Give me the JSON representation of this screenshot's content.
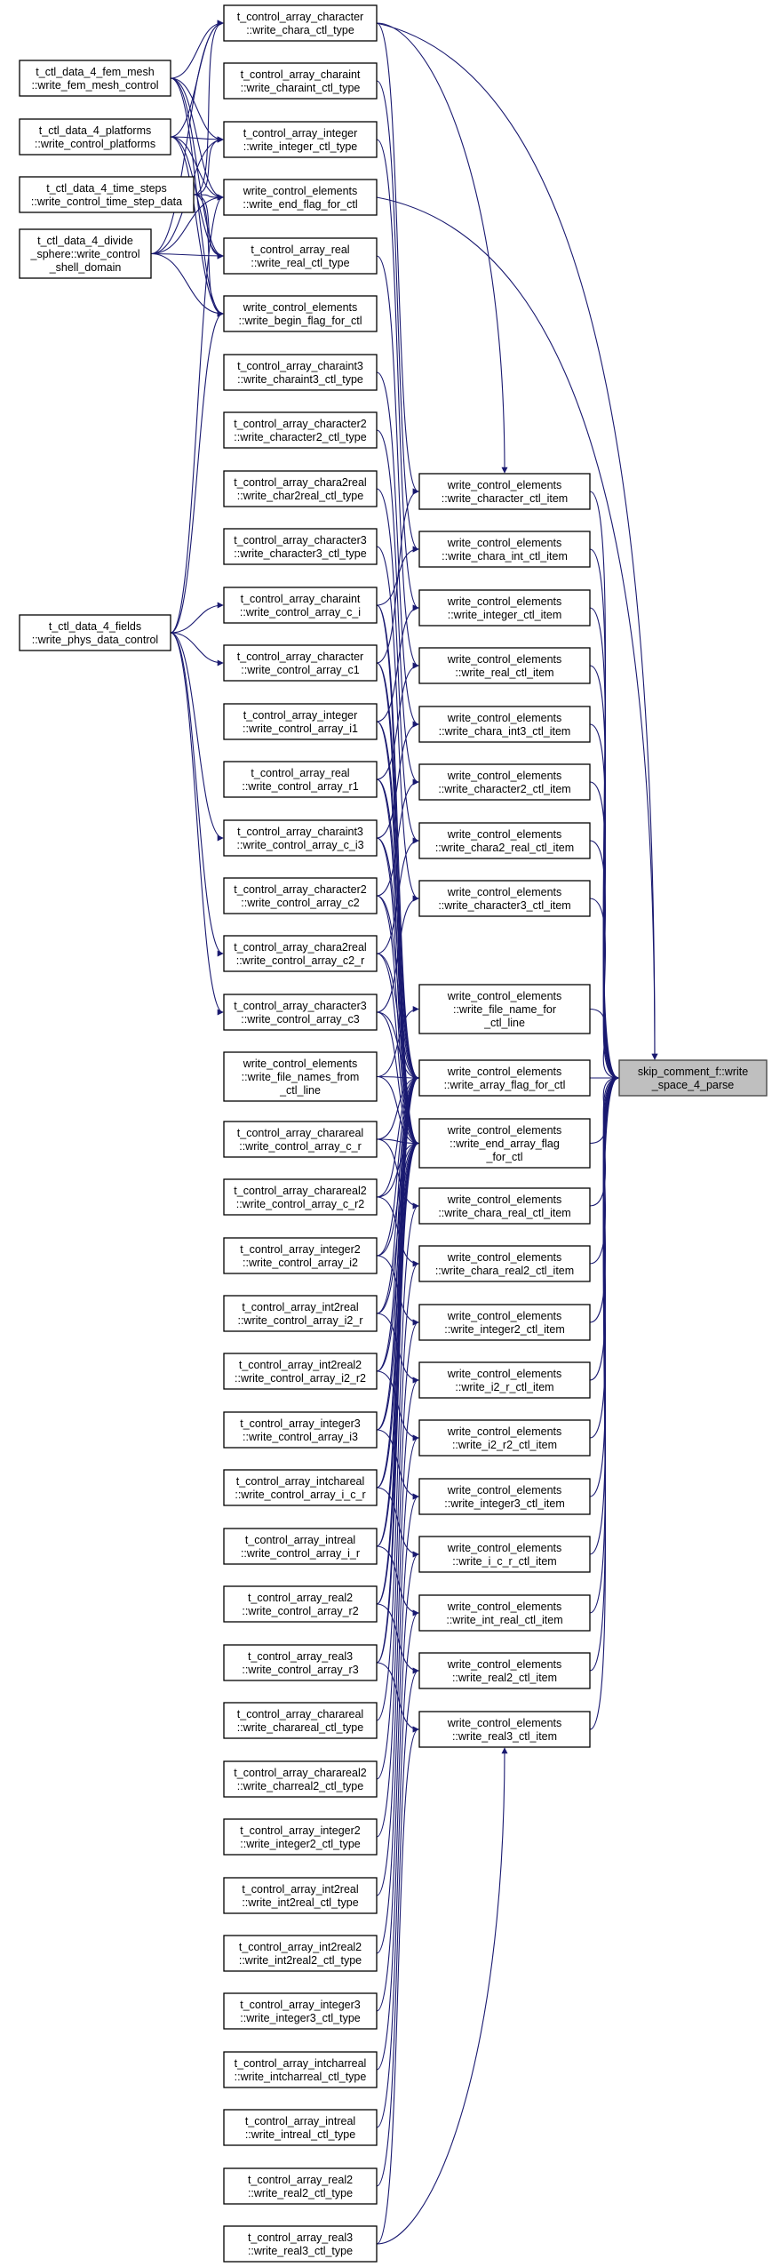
{
  "root": {
    "id": "root",
    "lines": [
      "skip_comment_f::write",
      "_space_4_parse"
    ]
  },
  "mids": [
    {
      "id": "m_char",
      "lines": [
        "write_control_elements",
        "::write_character_ctl_item"
      ]
    },
    {
      "id": "m_chint",
      "lines": [
        "write_control_elements",
        "::write_chara_int_ctl_item"
      ]
    },
    {
      "id": "m_int",
      "lines": [
        "write_control_elements",
        "::write_integer_ctl_item"
      ]
    },
    {
      "id": "m_real",
      "lines": [
        "write_control_elements",
        "::write_real_ctl_item"
      ]
    },
    {
      "id": "m_chint3",
      "lines": [
        "write_control_elements",
        "::write_chara_int3_ctl_item"
      ]
    },
    {
      "id": "m_char2",
      "lines": [
        "write_control_elements",
        "::write_character2_ctl_item"
      ]
    },
    {
      "id": "m_ch2real",
      "lines": [
        "write_control_elements",
        "::write_chara2_real_ctl_item"
      ]
    },
    {
      "id": "m_char3",
      "lines": [
        "write_control_elements",
        "::write_character3_ctl_item"
      ]
    },
    {
      "id": "m_fname",
      "lines": [
        "write_control_elements",
        "::write_file_name_for",
        "_ctl_line"
      ]
    },
    {
      "id": "m_aflag",
      "lines": [
        "write_control_elements",
        "::write_array_flag_for_ctl"
      ]
    },
    {
      "id": "m_endarr",
      "lines": [
        "write_control_elements",
        "::write_end_array_flag",
        "_for_ctl"
      ]
    },
    {
      "id": "m_chreal",
      "lines": [
        "write_control_elements",
        "::write_chara_real_ctl_item"
      ]
    },
    {
      "id": "m_chreal2",
      "lines": [
        "write_control_elements",
        "::write_chara_real2_ctl_item"
      ]
    },
    {
      "id": "m_int2",
      "lines": [
        "write_control_elements",
        "::write_integer2_ctl_item"
      ]
    },
    {
      "id": "m_i2r",
      "lines": [
        "write_control_elements",
        "::write_i2_r_ctl_item"
      ]
    },
    {
      "id": "m_i2r2",
      "lines": [
        "write_control_elements",
        "::write_i2_r2_ctl_item"
      ]
    },
    {
      "id": "m_int3",
      "lines": [
        "write_control_elements",
        "::write_integer3_ctl_item"
      ]
    },
    {
      "id": "m_icr",
      "lines": [
        "write_control_elements",
        "::write_i_c_r_ctl_item"
      ]
    },
    {
      "id": "m_intreal",
      "lines": [
        "write_control_elements",
        "::write_int_real_ctl_item"
      ]
    },
    {
      "id": "m_real2",
      "lines": [
        "write_control_elements",
        "::write_real2_ctl_item"
      ]
    },
    {
      "id": "m_real3",
      "lines": [
        "write_control_elements",
        "::write_real3_ctl_item"
      ]
    }
  ],
  "col1": [
    {
      "id": "c_chtype",
      "lines": [
        "t_control_array_character",
        "::write_chara_ctl_type"
      ]
    },
    {
      "id": "c_chinttype",
      "lines": [
        "t_control_array_charaint",
        "::write_charaint_ctl_type"
      ]
    },
    {
      "id": "c_inttype",
      "lines": [
        "t_control_array_integer",
        "::write_integer_ctl_type"
      ]
    },
    {
      "id": "c_endflag",
      "lines": [
        "write_control_elements",
        "::write_end_flag_for_ctl"
      ]
    },
    {
      "id": "c_realtype",
      "lines": [
        "t_control_array_real",
        "::write_real_ctl_type"
      ]
    },
    {
      "id": "c_beginflag",
      "lines": [
        "write_control_elements",
        "::write_begin_flag_for_ctl"
      ]
    },
    {
      "id": "c_chint3type",
      "lines": [
        "t_control_array_charaint3",
        "::write_charaint3_ctl_type"
      ]
    },
    {
      "id": "c_char2type",
      "lines": [
        "t_control_array_character2",
        "::write_character2_ctl_type"
      ]
    },
    {
      "id": "c_ch2realtype",
      "lines": [
        "t_control_array_chara2real",
        "::write_char2real_ctl_type"
      ]
    },
    {
      "id": "c_char3type",
      "lines": [
        "t_control_array_character3",
        "::write_character3_ctl_type"
      ]
    },
    {
      "id": "c_arr_ci",
      "lines": [
        "t_control_array_charaint",
        "::write_control_array_c_i"
      ]
    },
    {
      "id": "c_arr_c1",
      "lines": [
        "t_control_array_character",
        "::write_control_array_c1"
      ]
    },
    {
      "id": "c_arr_i1",
      "lines": [
        "t_control_array_integer",
        "::write_control_array_i1"
      ]
    },
    {
      "id": "c_arr_r1",
      "lines": [
        "t_control_array_real",
        "::write_control_array_r1"
      ]
    },
    {
      "id": "c_arr_ci3",
      "lines": [
        "t_control_array_charaint3",
        "::write_control_array_c_i3"
      ]
    },
    {
      "id": "c_arr_c2",
      "lines": [
        "t_control_array_character2",
        "::write_control_array_c2"
      ]
    },
    {
      "id": "c_arr_c2r",
      "lines": [
        "t_control_array_chara2real",
        "::write_control_array_c2_r"
      ]
    },
    {
      "id": "c_arr_c3",
      "lines": [
        "t_control_array_character3",
        "::write_control_array_c3"
      ]
    },
    {
      "id": "c_fnames",
      "lines": [
        "write_control_elements",
        "::write_file_names_from",
        "_ctl_line"
      ]
    },
    {
      "id": "c_arr_cr",
      "lines": [
        "t_control_array_charareal",
        "::write_control_array_c_r"
      ]
    },
    {
      "id": "c_arr_cr2",
      "lines": [
        "t_control_array_charareal2",
        "::write_control_array_c_r2"
      ]
    },
    {
      "id": "c_arr_i2",
      "lines": [
        "t_control_array_integer2",
        "::write_control_array_i2"
      ]
    },
    {
      "id": "c_arr_i2r",
      "lines": [
        "t_control_array_int2real",
        "::write_control_array_i2_r"
      ]
    },
    {
      "id": "c_arr_i2r2",
      "lines": [
        "t_control_array_int2real2",
        "::write_control_array_i2_r2"
      ]
    },
    {
      "id": "c_arr_i3",
      "lines": [
        "t_control_array_integer3",
        "::write_control_array_i3"
      ]
    },
    {
      "id": "c_arr_icr",
      "lines": [
        "t_control_array_intchareal",
        "::write_control_array_i_c_r"
      ]
    },
    {
      "id": "c_arr_ir",
      "lines": [
        "t_control_array_intreal",
        "::write_control_array_i_r"
      ]
    },
    {
      "id": "c_arr_r2",
      "lines": [
        "t_control_array_real2",
        "::write_control_array_r2"
      ]
    },
    {
      "id": "c_arr_r3",
      "lines": [
        "t_control_array_real3",
        "::write_control_array_r3"
      ]
    },
    {
      "id": "c_crtype",
      "lines": [
        "t_control_array_charareal",
        "::write_charareal_ctl_type"
      ]
    },
    {
      "id": "c_cr2type",
      "lines": [
        "t_control_array_charareal2",
        "::write_charreal2_ctl_type"
      ]
    },
    {
      "id": "c_int2type",
      "lines": [
        "t_control_array_integer2",
        "::write_integer2_ctl_type"
      ]
    },
    {
      "id": "c_i2rtype",
      "lines": [
        "t_control_array_int2real",
        "::write_int2real_ctl_type"
      ]
    },
    {
      "id": "c_i2r2type",
      "lines": [
        "t_control_array_int2real2",
        "::write_int2real2_ctl_type"
      ]
    },
    {
      "id": "c_int3type",
      "lines": [
        "t_control_array_integer3",
        "::write_integer3_ctl_type"
      ]
    },
    {
      "id": "c_icrtype",
      "lines": [
        "t_control_array_intcharreal",
        "::write_intcharreal_ctl_type"
      ]
    },
    {
      "id": "c_irtype",
      "lines": [
        "t_control_array_intreal",
        "::write_intreal_ctl_type"
      ]
    },
    {
      "id": "c_r2type",
      "lines": [
        "t_control_array_real2",
        "::write_real2_ctl_type"
      ]
    },
    {
      "id": "c_r3type",
      "lines": [
        "t_control_array_real3",
        "::write_real3_ctl_type"
      ]
    }
  ],
  "col0": [
    {
      "id": "l_fem",
      "lines": [
        "t_ctl_data_4_fem_mesh",
        "::write_fem_mesh_control"
      ]
    },
    {
      "id": "l_plat",
      "lines": [
        "t_ctl_data_4_platforms",
        "::write_control_platforms"
      ]
    },
    {
      "id": "l_time",
      "lines": [
        "t_ctl_data_4_time_steps",
        "::write_control_time_step_data"
      ]
    },
    {
      "id": "l_sph",
      "lines": [
        "t_ctl_data_4_divide",
        "_sphere::write_control",
        "_shell_domain"
      ]
    },
    {
      "id": "l_fields",
      "lines": [
        "t_ctl_data_4_fields",
        "::write_phys_data_control"
      ]
    }
  ]
}
